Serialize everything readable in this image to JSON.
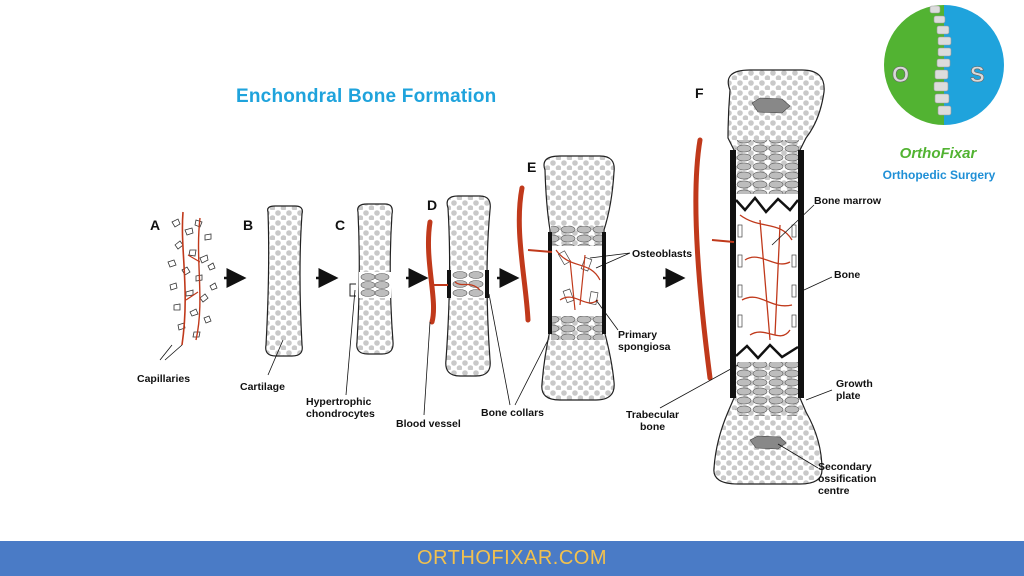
{
  "title": "Enchondral Bone Formation",
  "stages": [
    "A",
    "B",
    "C",
    "D",
    "E",
    "F"
  ],
  "labels": {
    "capillaries": "Capillaries",
    "cartilage": "Cartilage",
    "hypertrophic_1": "Hypertrophic",
    "hypertrophic_2": "chondrocytes",
    "blood_vessel": "Blood vessel",
    "bone_collars": "Bone collars",
    "osteoblasts": "Osteoblasts",
    "primary_1": "Primary",
    "primary_2": "spongiosa",
    "trabecular_1": "Trabecular",
    "trabecular_2": "bone",
    "bone_marrow": "Bone marrow",
    "bone": "Bone",
    "growth_1": "Growth",
    "growth_2": "plate",
    "secondary_1": "Secondary",
    "secondary_2": "ossification",
    "secondary_3": "centre"
  },
  "brand": {
    "name": "OrthoFixar",
    "subtitle": "Orthopedic Surgery",
    "logo_letters": [
      "O",
      "S"
    ]
  },
  "footer": "ORTHOFIXAR.COM",
  "colors": {
    "title": "#1fa3dc",
    "vessel": "#c0391b",
    "cartilage_dots": "#c9c9c9",
    "footer_bg": "#4a7bc6",
    "footer_text": "#f2c14e",
    "brand_green": "#52b332",
    "brand_blue": "#1f8fd6"
  }
}
